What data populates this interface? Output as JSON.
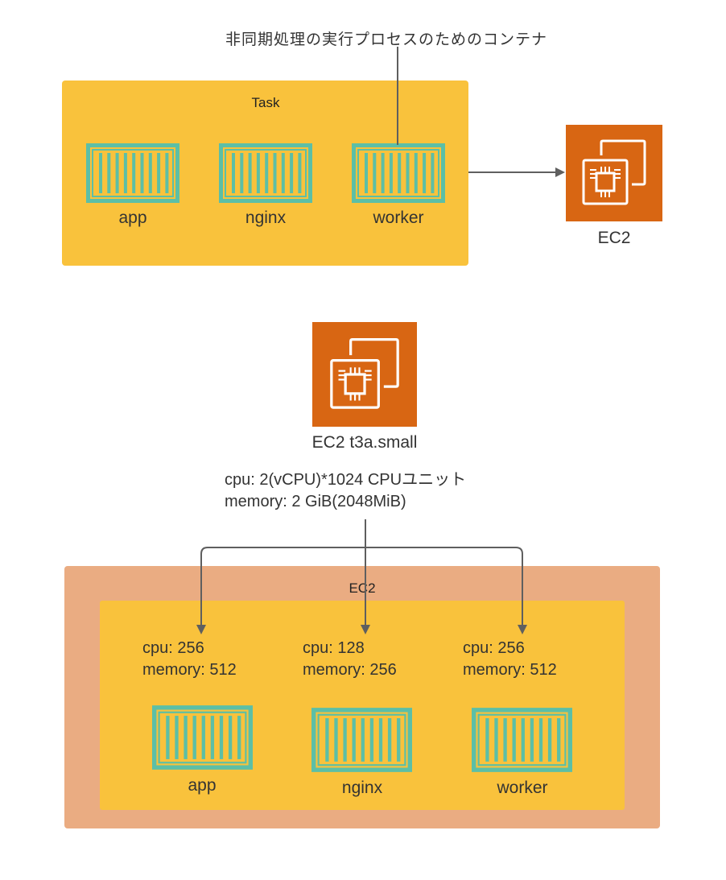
{
  "annotation": "非同期処理の実行プロセスのためのコンテナ",
  "task": {
    "label": "Task",
    "containers": [
      {
        "name": "app",
        "icon": "container-icon"
      },
      {
        "name": "nginx",
        "icon": "container-icon"
      },
      {
        "name": "worker",
        "icon": "container-icon"
      }
    ]
  },
  "ec2_target": {
    "label": "EC2",
    "icon": "ec2-instance-icon"
  },
  "instance": {
    "label": "EC2 t3a.small",
    "icon": "ec2-instance-icon",
    "cpu_text": "cpu: 2(vCPU)*1024 CPUユニット",
    "memory_text": "memory: 2 GiB(2048MiB)"
  },
  "ec2_group": {
    "label": "EC2",
    "containers": [
      {
        "name": "app",
        "cpu": "cpu: 256",
        "memory": "memory: 512",
        "icon": "container-icon"
      },
      {
        "name": "nginx",
        "cpu": "cpu: 128",
        "memory": "memory: 256",
        "icon": "container-icon"
      },
      {
        "name": "worker",
        "cpu": "cpu: 256",
        "memory": "memory: 512",
        "icon": "container-icon"
      }
    ]
  },
  "colors": {
    "task_fill": "#F9C23C",
    "ec2_outer_fill": "#EAAC82",
    "ec2_icon_fill": "#D86613",
    "container_stroke": "#5CBFA6",
    "connector": "#5F5F5F"
  }
}
